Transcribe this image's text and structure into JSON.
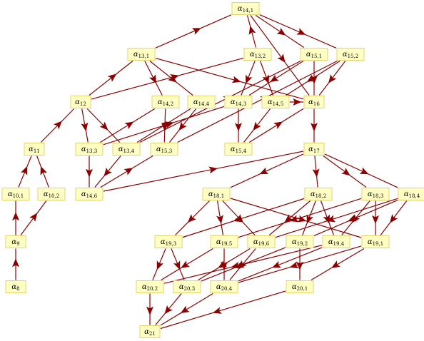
{
  "colors": {
    "edge": "#8b0000",
    "node_fill": "#ffffc4",
    "node_stroke": "#e3d36e"
  },
  "nodes": [
    {
      "id": "a8",
      "sym": "α",
      "sub": "8"
    },
    {
      "id": "a9",
      "sym": "α",
      "sub": "9"
    },
    {
      "id": "a10_1",
      "sym": "α",
      "sub": "10,1"
    },
    {
      "id": "a10_2",
      "sym": "α",
      "sub": "10,2"
    },
    {
      "id": "a11",
      "sym": "α",
      "sub": "11"
    },
    {
      "id": "a12",
      "sym": "α",
      "sub": "12"
    },
    {
      "id": "a13_1",
      "sym": "α",
      "sub": "13,1"
    },
    {
      "id": "a13_2",
      "sym": "α",
      "sub": "13,2"
    },
    {
      "id": "a13_3",
      "sym": "α",
      "sub": "13,3"
    },
    {
      "id": "a13_4",
      "sym": "α",
      "sub": "13,4"
    },
    {
      "id": "a14_1",
      "sym": "α",
      "sub": "14,1"
    },
    {
      "id": "a14_2",
      "sym": "α",
      "sub": "14,2"
    },
    {
      "id": "a14_3",
      "sym": "α",
      "sub": "14,3"
    },
    {
      "id": "a14_4",
      "sym": "α",
      "sub": "14,4"
    },
    {
      "id": "a14_5",
      "sym": "α",
      "sub": "14,5"
    },
    {
      "id": "a14_6",
      "sym": "α",
      "sub": "14,6"
    },
    {
      "id": "a15_1",
      "sym": "α",
      "sub": "15,1"
    },
    {
      "id": "a15_2",
      "sym": "α",
      "sub": "15,2"
    },
    {
      "id": "a15_3",
      "sym": "α",
      "sub": "15,3"
    },
    {
      "id": "a15_4",
      "sym": "α",
      "sub": "15,4"
    },
    {
      "id": "a16",
      "sym": "α",
      "sub": "16"
    },
    {
      "id": "a17",
      "sym": "α",
      "sub": "17"
    },
    {
      "id": "a18_1",
      "sym": "α",
      "sub": "18,1"
    },
    {
      "id": "a18_2",
      "sym": "α",
      "sub": "18,2"
    },
    {
      "id": "a18_3",
      "sym": "α",
      "sub": "18,3"
    },
    {
      "id": "a18_4",
      "sym": "α",
      "sub": "18,4"
    },
    {
      "id": "a19_1",
      "sym": "α",
      "sub": "19,1"
    },
    {
      "id": "a19_2",
      "sym": "α",
      "sub": "19,2"
    },
    {
      "id": "a19_3",
      "sym": "α",
      "sub": "19,3"
    },
    {
      "id": "a19_4",
      "sym": "α",
      "sub": "19,4"
    },
    {
      "id": "a19_5",
      "sym": "α",
      "sub": "19,5"
    },
    {
      "id": "a19_6",
      "sym": "α",
      "sub": "19,6"
    },
    {
      "id": "a20_1",
      "sym": "α",
      "sub": "20,1"
    },
    {
      "id": "a20_2",
      "sym": "α",
      "sub": "20,2"
    },
    {
      "id": "a20_3",
      "sym": "α",
      "sub": "20,3"
    },
    {
      "id": "a20_4",
      "sym": "α",
      "sub": "20,4"
    },
    {
      "id": "a21",
      "sym": "α",
      "sub": "21"
    }
  ],
  "edges": [
    [
      "a8",
      "a9"
    ],
    [
      "a9",
      "a10_1"
    ],
    [
      "a9",
      "a10_2"
    ],
    [
      "a10_1",
      "a11"
    ],
    [
      "a10_2",
      "a11"
    ],
    [
      "a11",
      "a12"
    ],
    [
      "a12",
      "a13_1"
    ],
    [
      "a12",
      "a13_3"
    ],
    [
      "a12",
      "a13_4"
    ],
    [
      "a12",
      "a13_2"
    ],
    [
      "a13_1",
      "a14_1"
    ],
    [
      "a13_1",
      "a14_2"
    ],
    [
      "a13_1",
      "a14_4"
    ],
    [
      "a13_1",
      "a16"
    ],
    [
      "a13_2",
      "a14_1"
    ],
    [
      "a13_2",
      "a14_3"
    ],
    [
      "a13_2",
      "a14_5"
    ],
    [
      "a13_3",
      "a14_6"
    ],
    [
      "a13_3",
      "a14_2"
    ],
    [
      "a13_3",
      "a14_3"
    ],
    [
      "a13_4",
      "a14_6"
    ],
    [
      "a13_4",
      "a14_4"
    ],
    [
      "a13_4",
      "a15_1"
    ],
    [
      "a14_1",
      "a15_1"
    ],
    [
      "a14_1",
      "a15_2"
    ],
    [
      "a14_1",
      "a16"
    ],
    [
      "a14_2",
      "a15_3"
    ],
    [
      "a14_3",
      "a15_4"
    ],
    [
      "a14_4",
      "a15_3"
    ],
    [
      "a14_5",
      "a15_4"
    ],
    [
      "a14_5",
      "a16"
    ],
    [
      "a14_6",
      "a15_3"
    ],
    [
      "a14_6",
      "a17"
    ],
    [
      "a15_1",
      "a16"
    ],
    [
      "a15_1",
      "a14_3"
    ],
    [
      "a15_2",
      "a16"
    ],
    [
      "a15_2",
      "a14_5"
    ],
    [
      "a15_3",
      "a15_2"
    ],
    [
      "a15_4",
      "a16"
    ],
    [
      "a16",
      "a17"
    ],
    [
      "a17",
      "a18_1"
    ],
    [
      "a17",
      "a18_2"
    ],
    [
      "a17",
      "a18_3"
    ],
    [
      "a17",
      "a18_4"
    ],
    [
      "a18_1",
      "a19_3"
    ],
    [
      "a18_1",
      "a19_5"
    ],
    [
      "a18_1",
      "a19_6"
    ],
    [
      "a18_1",
      "a19_1"
    ],
    [
      "a18_2",
      "a19_2"
    ],
    [
      "a18_2",
      "a19_4"
    ],
    [
      "a18_2",
      "a19_6"
    ],
    [
      "a18_2",
      "a19_3"
    ],
    [
      "a18_3",
      "a19_1"
    ],
    [
      "a18_3",
      "a19_4"
    ],
    [
      "a18_3",
      "a19_5"
    ],
    [
      "a18_4",
      "a19_1"
    ],
    [
      "a18_4",
      "a19_2"
    ],
    [
      "a18_4",
      "a19_6"
    ],
    [
      "a19_1",
      "a20_1"
    ],
    [
      "a19_1",
      "a20_4"
    ],
    [
      "a19_2",
      "a20_1"
    ],
    [
      "a19_2",
      "a20_3"
    ],
    [
      "a19_3",
      "a20_2"
    ],
    [
      "a19_3",
      "a20_3"
    ],
    [
      "a19_4",
      "a20_4"
    ],
    [
      "a19_4",
      "a20_2"
    ],
    [
      "a19_5",
      "a20_2"
    ],
    [
      "a19_5",
      "a20_4"
    ],
    [
      "a19_6",
      "a20_4"
    ],
    [
      "a19_6",
      "a20_3"
    ],
    [
      "a20_1",
      "a21"
    ],
    [
      "a20_2",
      "a21"
    ],
    [
      "a20_3",
      "a21"
    ],
    [
      "a20_4",
      "a21"
    ]
  ]
}
